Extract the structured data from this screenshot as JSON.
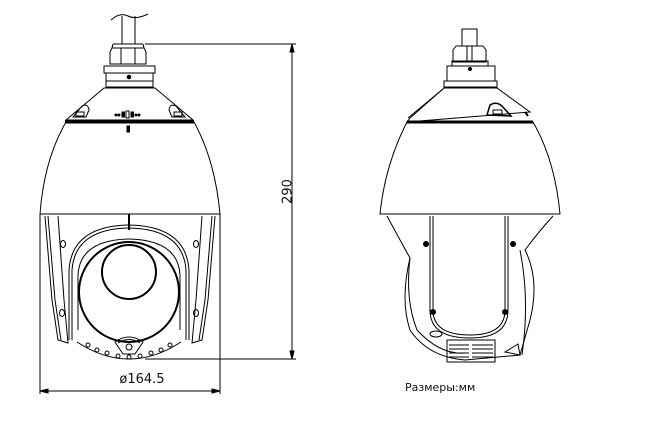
{
  "diagram": {
    "subject": "PTZ dome camera dimensional drawing",
    "views": [
      {
        "name": "front-view",
        "description": "Front view with lens"
      },
      {
        "name": "side-view",
        "description": "Side view"
      }
    ],
    "dimensions": {
      "height": {
        "value": "290",
        "unit": "mm"
      },
      "diameter": {
        "value": "ø164.5",
        "unit": "mm"
      }
    },
    "units_note": "Размеры:мм",
    "colors": {
      "line": "#000000",
      "background": "#ffffff"
    }
  }
}
